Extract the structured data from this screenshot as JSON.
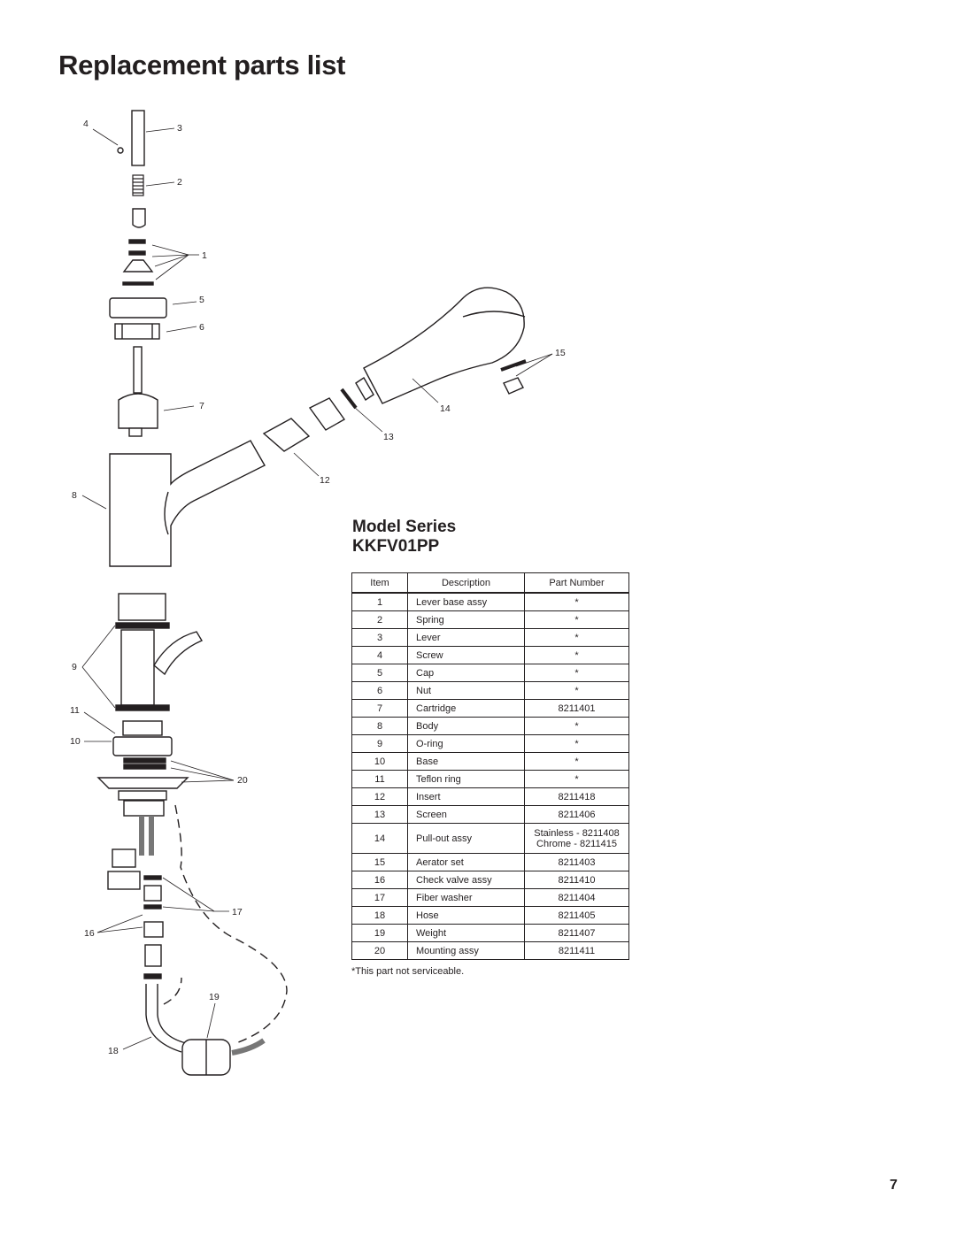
{
  "title": "Replacement parts list",
  "model": {
    "line1": "Model Series",
    "line2": "KKFV01PP"
  },
  "table": {
    "headers": {
      "item": "Item",
      "description": "Description",
      "part_number": "Part Number"
    },
    "rows": [
      {
        "item": "1",
        "description": "Lever base assy",
        "part_number": "*"
      },
      {
        "item": "2",
        "description": "Spring",
        "part_number": "*"
      },
      {
        "item": "3",
        "description": "Lever",
        "part_number": "*"
      },
      {
        "item": "4",
        "description": "Screw",
        "part_number": "*"
      },
      {
        "item": "5",
        "description": "Cap",
        "part_number": "*"
      },
      {
        "item": "6",
        "description": "Nut",
        "part_number": "*"
      },
      {
        "item": "7",
        "description": "Cartridge",
        "part_number": "8211401"
      },
      {
        "item": "8",
        "description": "Body",
        "part_number": "*"
      },
      {
        "item": "9",
        "description": "O-ring",
        "part_number": "*"
      },
      {
        "item": "10",
        "description": "Base",
        "part_number": "*"
      },
      {
        "item": "11",
        "description": "Teflon ring",
        "part_number": "*"
      },
      {
        "item": "12",
        "description": "Insert",
        "part_number": "8211418"
      },
      {
        "item": "13",
        "description": "Screen",
        "part_number": "8211406"
      },
      {
        "item": "14",
        "description": "Pull-out assy",
        "part_number": "Stainless - 8211408",
        "part_number_2": "Chrome - 8211415"
      },
      {
        "item": "15",
        "description": "Aerator set",
        "part_number": "8211403"
      },
      {
        "item": "16",
        "description": "Check valve assy",
        "part_number": "8211410"
      },
      {
        "item": "17",
        "description": "Fiber washer",
        "part_number": "8211404"
      },
      {
        "item": "18",
        "description": "Hose",
        "part_number": "8211405"
      },
      {
        "item": "19",
        "description": "Weight",
        "part_number": "8211407"
      },
      {
        "item": "20",
        "description": "Mounting assy",
        "part_number": "8211411"
      }
    ]
  },
  "footnote": "*This part not serviceable.",
  "page_number": "7",
  "callouts": {
    "c1": "1",
    "c2": "2",
    "c3": "3",
    "c4": "4",
    "c5": "5",
    "c6": "6",
    "c7": "7",
    "c8": "8",
    "c9": "9",
    "c10": "10",
    "c11": "11",
    "c12": "12",
    "c13": "13",
    "c14": "14",
    "c15": "15",
    "c16": "16",
    "c17": "17",
    "c18": "18",
    "c19": "19",
    "c20": "20"
  }
}
